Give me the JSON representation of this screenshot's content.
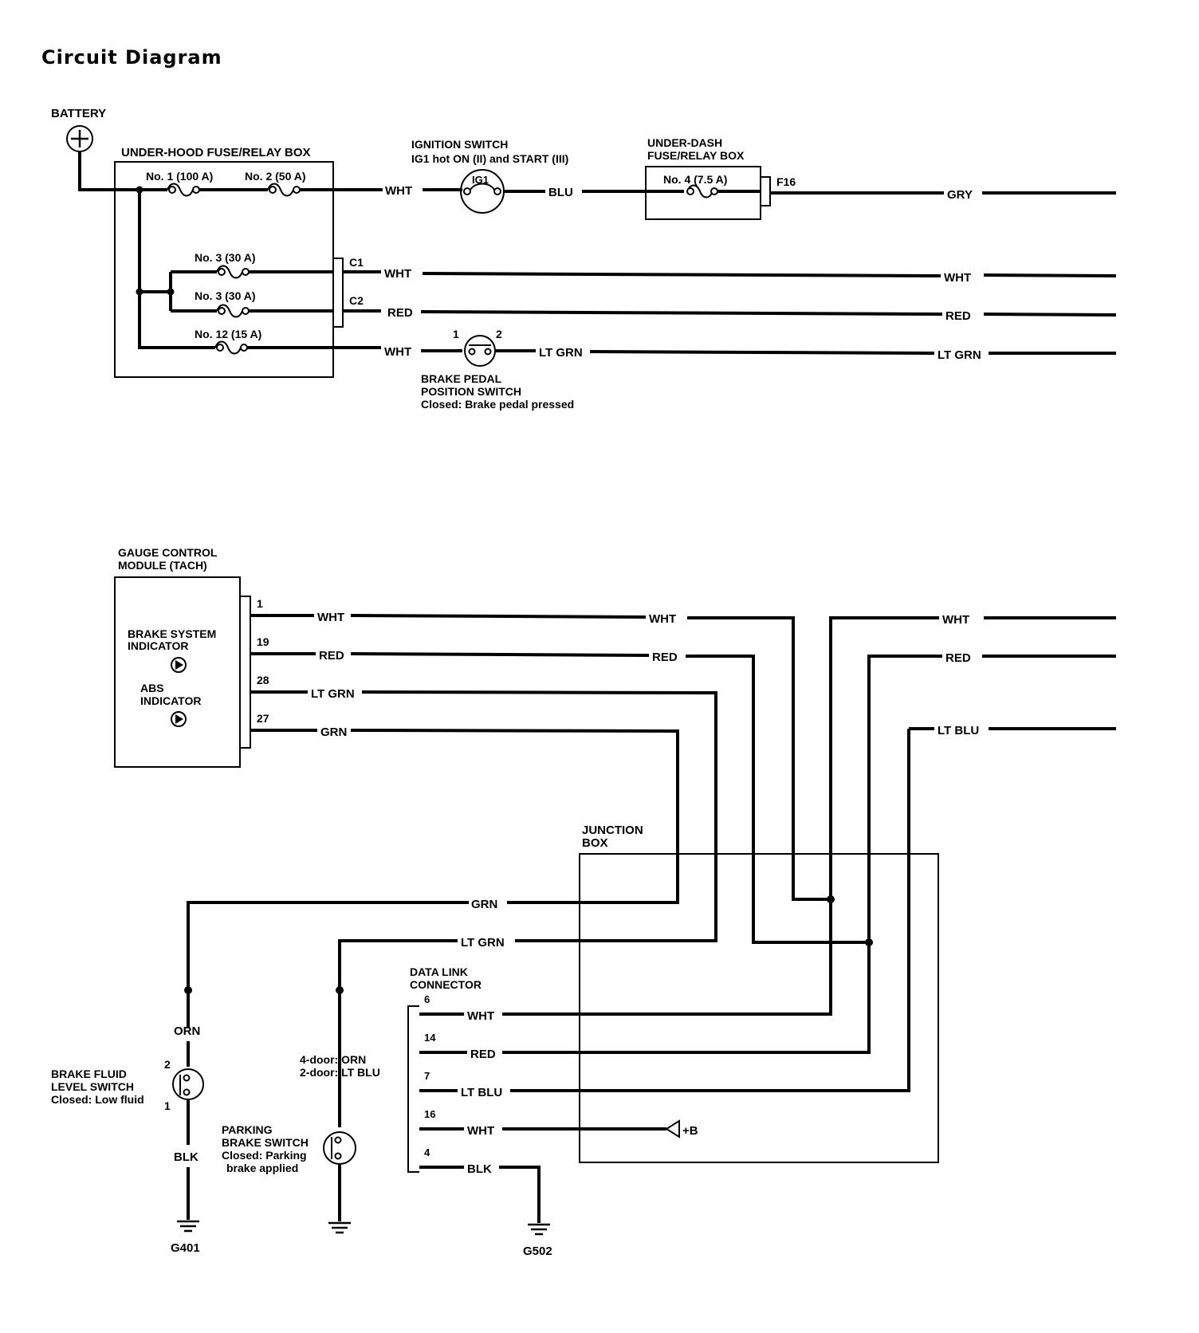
{
  "title": "Circuit Diagram",
  "components": {
    "battery": "BATTERY",
    "under_hood_box": "UNDER-HOOD FUSE/RELAY BOX",
    "fuse1": "No. 1 (100 A)",
    "fuse2": "No. 2 (50 A)",
    "fuse3a": "No. 3 (30 A)",
    "fuse3b": "No. 3 (30 A)",
    "fuse12": "No. 12 (15 A)",
    "conn_c1": "C1",
    "conn_c2": "C2",
    "ignition_line1": "IGNITION SWITCH",
    "ignition_line2": "IG1 hot ON (II) and START (III)",
    "ig1": "IG1",
    "under_dash_line1": "UNDER-DASH",
    "under_dash_line2": "FUSE/RELAY BOX",
    "fuse4": "No. 4 (7.5 A)",
    "f16": "F16",
    "brake_pedal_line1": "BRAKE PEDAL",
    "brake_pedal_line2": "POSITION SWITCH",
    "brake_pedal_line3": "Closed: Brake pedal pressed",
    "bp_pin1": "1",
    "bp_pin2": "2",
    "gauge_line1": "GAUGE CONTROL",
    "gauge_line2": "MODULE (TACH)",
    "brake_ind_line1": "BRAKE SYSTEM",
    "brake_ind_line2": "INDICATOR",
    "abs_line1": "ABS",
    "abs_line2": "INDICATOR",
    "gauge_pins": [
      "1",
      "19",
      "28",
      "27"
    ],
    "junction_line1": "JUNCTION",
    "junction_line2": "BOX",
    "dlc_line1": "DATA LINK",
    "dlc_line2": "CONNECTOR",
    "dlc_pins": [
      "6",
      "14",
      "7",
      "16",
      "4"
    ],
    "plus_b": "+B",
    "bfl_line1": "BRAKE FLUID",
    "bfl_line2": "LEVEL SWITCH",
    "bfl_line3": "Closed: Low fluid",
    "bfl_pin2": "2",
    "bfl_pin1": "1",
    "door_line1": "4-door: ORN",
    "door_line2": "2-door: LT BLU",
    "pbs_line1": "PARKING",
    "pbs_line2": "BRAKE SWITCH",
    "pbs_line3": "Closed: Parking",
    "pbs_line4": "brake applied",
    "g401": "G401",
    "g502": "G502"
  },
  "wire_labels": {
    "wht_a": "WHT",
    "blu": "BLU",
    "gry": "GRY",
    "wht_b": "WHT",
    "wht_b2": "WHT",
    "red_b": "RED",
    "red_b2": "RED",
    "wht_c": "WHT",
    "ltgrn_c": "LT GRN",
    "ltgrn_c2": "LT GRN",
    "g_wht1": "WHT",
    "g_wht2": "WHT",
    "g_red1": "RED",
    "g_red2": "RED",
    "g_ltgrn": "LT GRN",
    "g_grn": "GRN",
    "r_wht": "WHT",
    "r_red": "RED",
    "r_ltblu": "LT BLU",
    "grn_bottom": "GRN",
    "ltgrn_bottom": "LT GRN",
    "dlc_wht6": "WHT",
    "dlc_red14": "RED",
    "dlc_ltblu7": "LT BLU",
    "dlc_wht16": "WHT",
    "dlc_blk4": "BLK",
    "orn": "ORN",
    "blk": "BLK"
  }
}
